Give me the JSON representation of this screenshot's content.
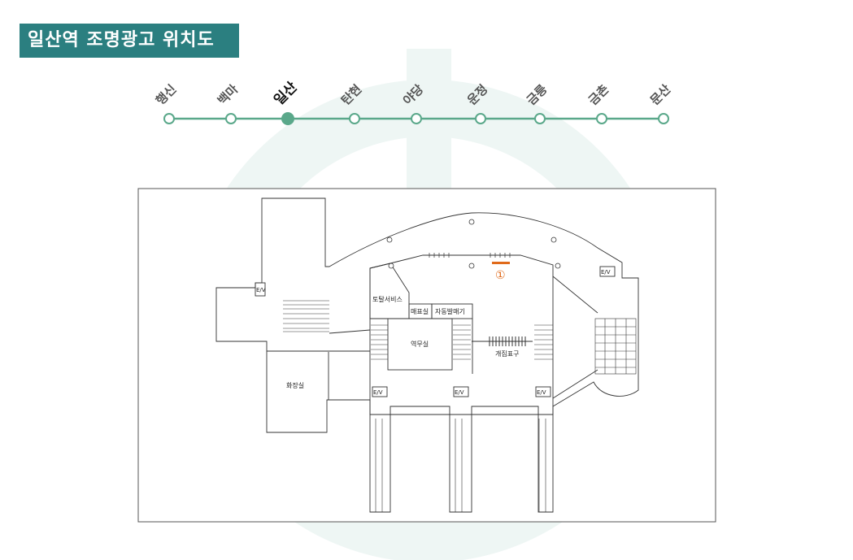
{
  "title": "일산역 조명광고 위치도",
  "stations": [
    {
      "name": "행신",
      "current": false
    },
    {
      "name": "백마",
      "current": false
    },
    {
      "name": "일산",
      "current": true
    },
    {
      "name": "탄현",
      "current": false
    },
    {
      "name": "야당",
      "current": false
    },
    {
      "name": "운정",
      "current": false
    },
    {
      "name": "금릉",
      "current": false
    },
    {
      "name": "금촌",
      "current": false
    },
    {
      "name": "문산",
      "current": false
    }
  ],
  "colors": {
    "line": "#5aa88a",
    "title_bg": "#2b7f80",
    "marker": "#e06a1a"
  },
  "floorplan": {
    "rooms": {
      "total_service": "토탈서비스",
      "ticket_office": "매표실",
      "vending": "자동발매기",
      "station_office": "역무실",
      "gate": "개집표구",
      "restroom": "화장실"
    },
    "elevator_label": "E/V",
    "ad_marker": "①"
  }
}
